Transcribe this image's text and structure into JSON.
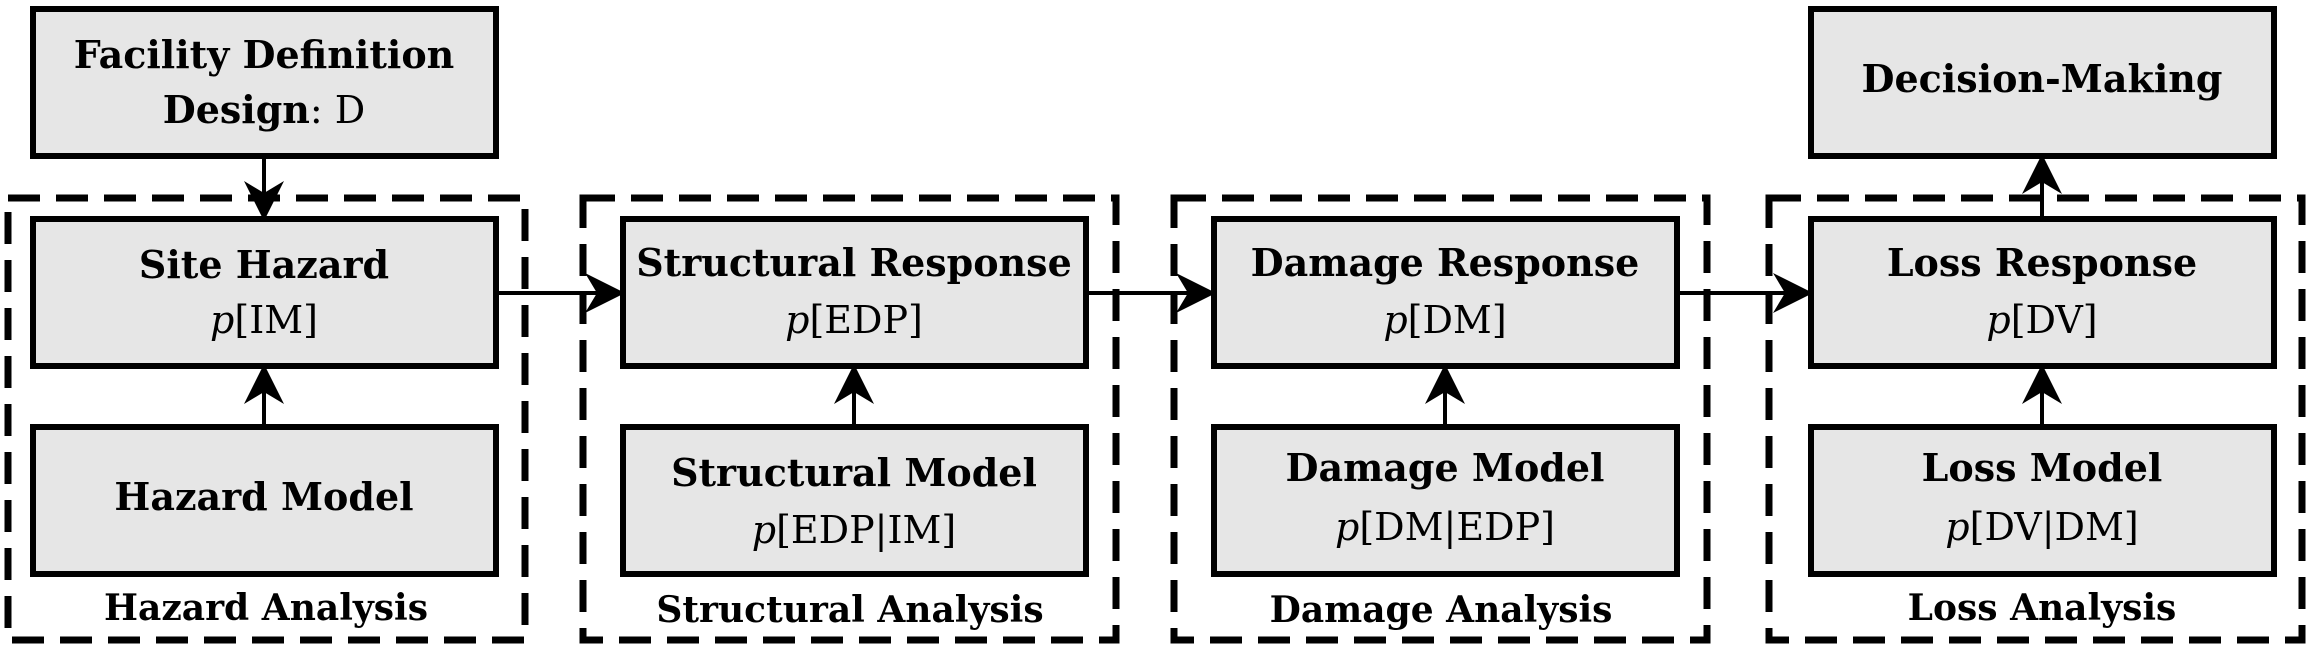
{
  "facility_definition": {
    "title": "Facility Definition",
    "design_label": "Design",
    "design_value": "D"
  },
  "decision_making": {
    "title": "Decision-Making"
  },
  "groups": [
    {
      "label": "Hazard Analysis",
      "response": {
        "title": "Site Hazard",
        "prob_var": "p",
        "prob_arg": "[IM]"
      },
      "model": {
        "title": "Hazard Model",
        "prob_var": "",
        "prob_arg": ""
      }
    },
    {
      "label": "Structural Analysis",
      "response": {
        "title": "Structural Response",
        "prob_var": "p",
        "prob_arg": "[EDP]"
      },
      "model": {
        "title": "Structural Model",
        "prob_var": "p",
        "prob_arg": "[EDP|IM]"
      }
    },
    {
      "label": "Damage Analysis",
      "response": {
        "title": "Damage Response",
        "prob_var": "p",
        "prob_arg": "[DM]"
      },
      "model": {
        "title": "Damage Model",
        "prob_var": "p",
        "prob_arg": "[DM|EDP]"
      }
    },
    {
      "label": "Loss Analysis",
      "response": {
        "title": "Loss Response",
        "prob_var": "p",
        "prob_arg": "[DV]"
      },
      "model": {
        "title": "Loss Model",
        "prob_var": "p",
        "prob_arg": "[DV|DM]"
      }
    }
  ]
}
